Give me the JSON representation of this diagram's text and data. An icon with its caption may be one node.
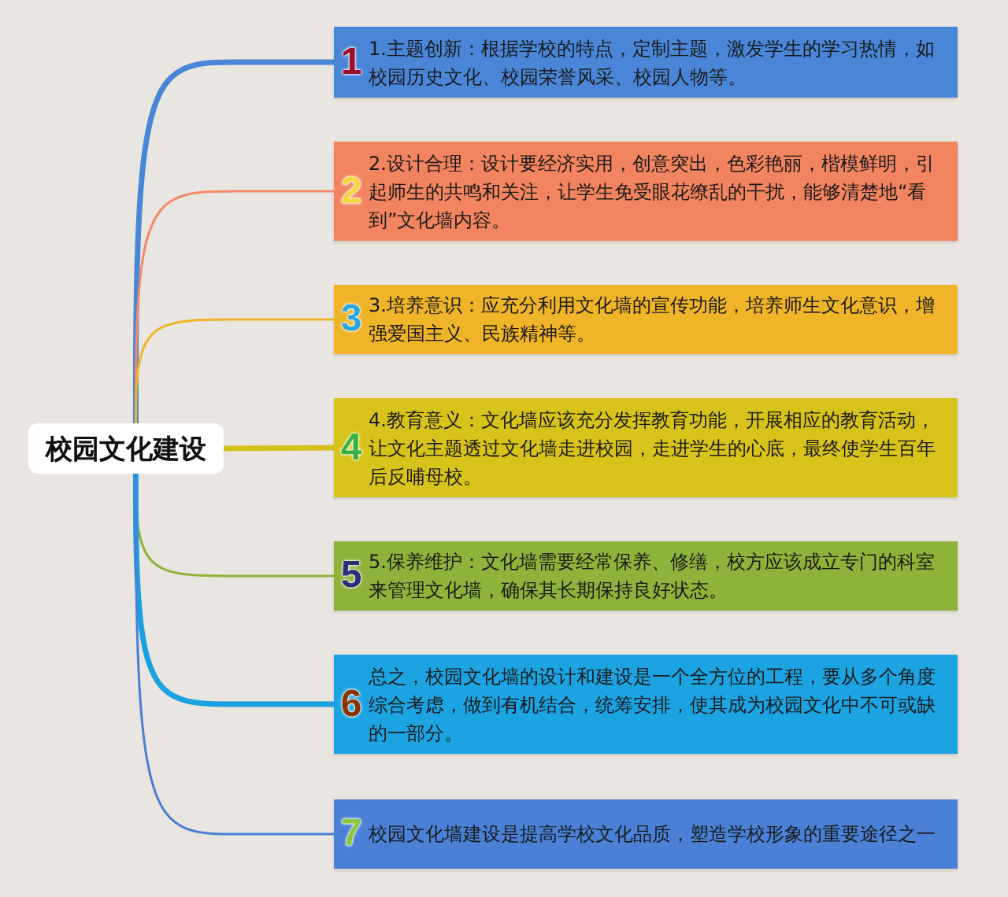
{
  "diagram": {
    "nodes": [
      {
        "text": [
          "校园文化建设"
        ]
      },
      {
        "text": [
          "1",
          "1.主题创新：根据学校的特点，定制主题，激发学生的学习热情，如校园历史文化、校园荣誉风采、校园人物等。"
        ]
      },
      {
        "text": [
          "2",
          "2.设计合理：设计要经济实用，创意突出，色彩艳丽，楷模鲜明，引起师生的共鸣和关注，让学生免受眼花缭乱的干扰，能够清楚地“看到”文化墙内容。"
        ]
      },
      {
        "text": [
          "3",
          "3.培养意识：应充分利用文化墙的宣传功能，培养师生文化意识，增强爱国主义、民族精神等。"
        ]
      },
      {
        "text": [
          "4",
          "4.教育意义：文化墙应该充分发挥教育功能，开展相应的教育活动，让文化主题透过文化墙走进校园，走进学生的心底，最终使学生百年后反哺母校。"
        ]
      },
      {
        "text": [
          "5",
          "5.保养维护：文化墙需要经常保养、修缮，校方应该成立专门的科室来管理文化墙，确保其长期保持良好状态。"
        ]
      },
      {
        "text": [
          "6",
          "总之，校园文化墙的设计和建设是一个全方位的工程，要从多个角度综合考虑，做到有机结合，统筹安排，使其成为校园文化中不可或缺的一部分。"
        ]
      },
      {
        "text": [
          "7",
          "校园文化墙建设是提高学校文化品质，塑造学校形象的重要途径之一"
        ]
      }
    ],
    "edges": [
      {
        "from": 0,
        "to": 1,
        "arrow": "none",
        "style": "thick",
        "color": "#4a86d8"
      },
      {
        "from": 0,
        "to": 2,
        "arrow": "none",
        "color": "#f08a6a"
      },
      {
        "from": 0,
        "to": 3,
        "arrow": "none",
        "color": "#f0b429"
      },
      {
        "from": 0,
        "to": 4,
        "arrow": "none",
        "style": "thick",
        "color": "#d4c21a"
      },
      {
        "from": 0,
        "to": 5,
        "arrow": "none",
        "color": "#8db33a"
      },
      {
        "from": 0,
        "to": 6,
        "arrow": "none",
        "style": "thick",
        "color": "#1ba0e0"
      },
      {
        "from": 0,
        "to": 7,
        "arrow": "none",
        "color": "#4a7fd4"
      }
    ]
  }
}
